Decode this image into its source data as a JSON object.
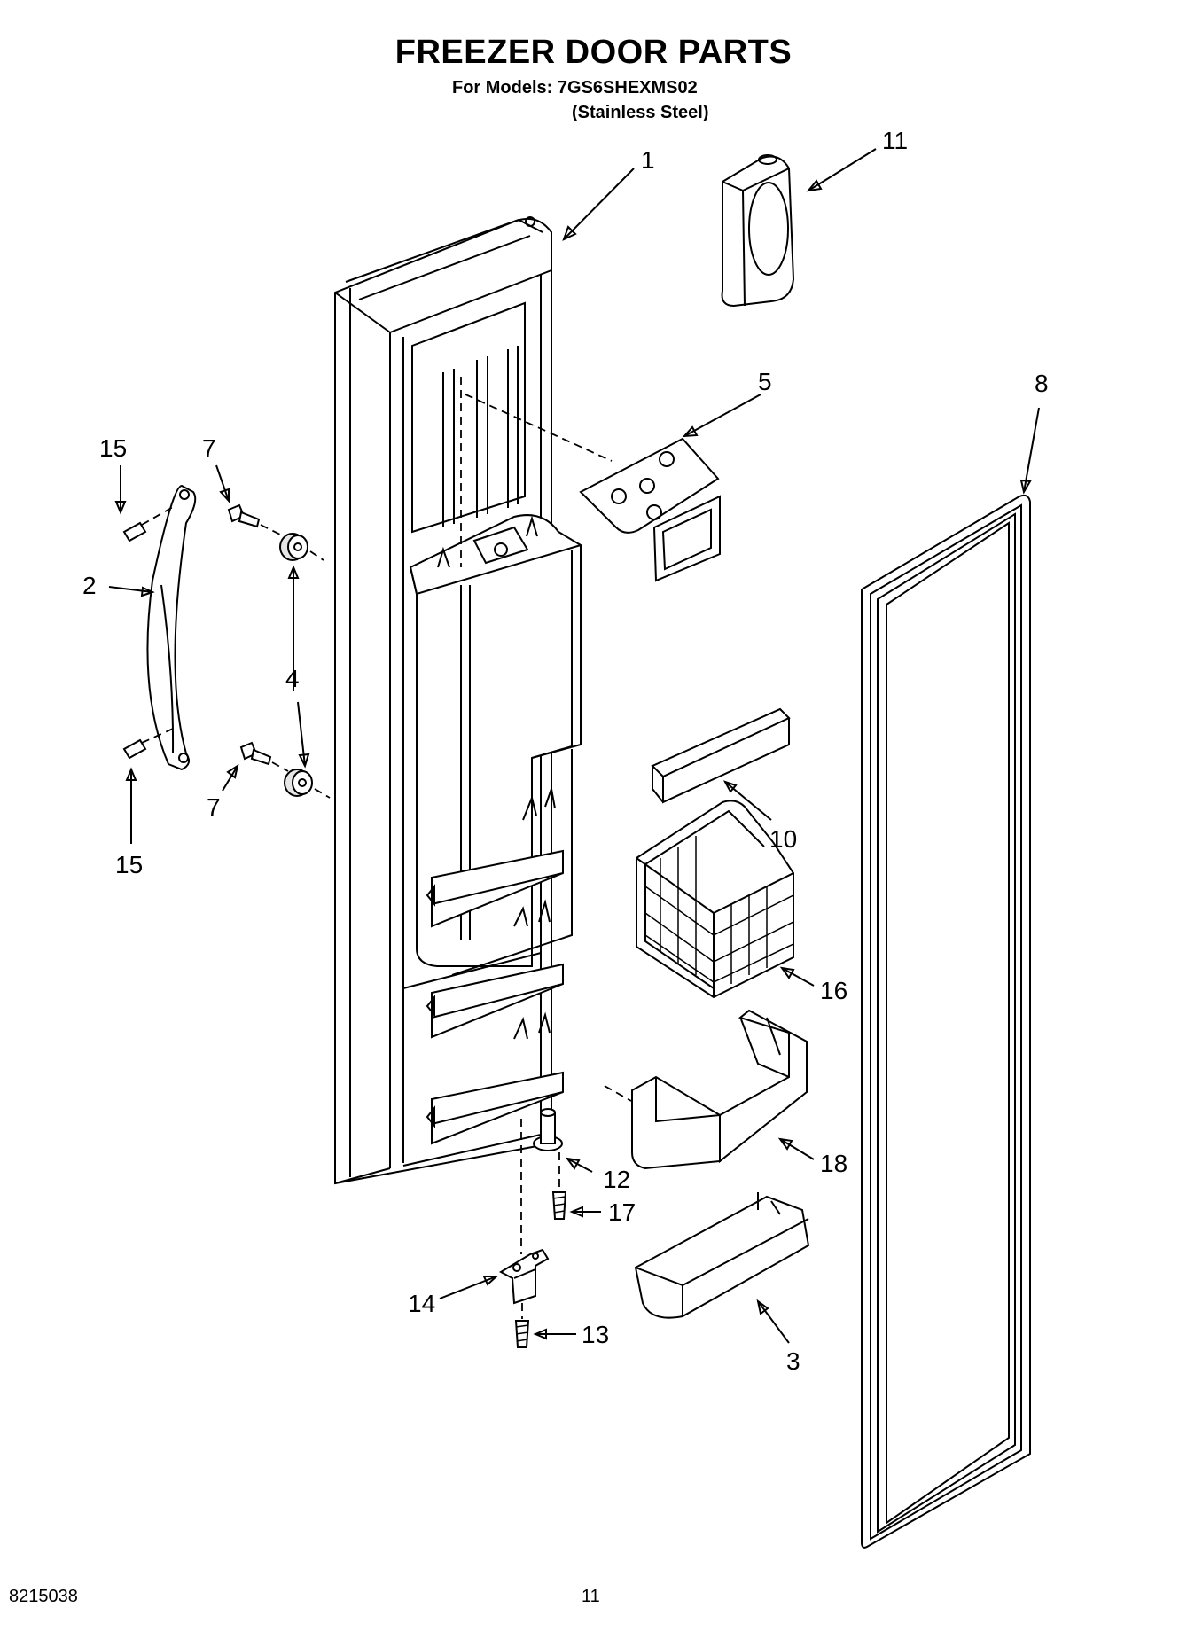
{
  "header": {
    "title": "FREEZER DOOR PARTS",
    "models_line": "For Models: 7GS6SHEXMS02",
    "variant_line": "(Stainless Steel)"
  },
  "callouts": {
    "c1": "1",
    "c2": "2",
    "c3": "3",
    "c4": "4",
    "c5": "5",
    "c7a": "7",
    "c7b": "7",
    "c8": "8",
    "c10": "10",
    "c11": "11",
    "c12": "12",
    "c13": "13",
    "c14": "14",
    "c15a": "15",
    "c15b": "15",
    "c16": "16",
    "c17": "17",
    "c18": "18"
  },
  "footer": {
    "doc_number": "8215038",
    "page_number": "11"
  }
}
